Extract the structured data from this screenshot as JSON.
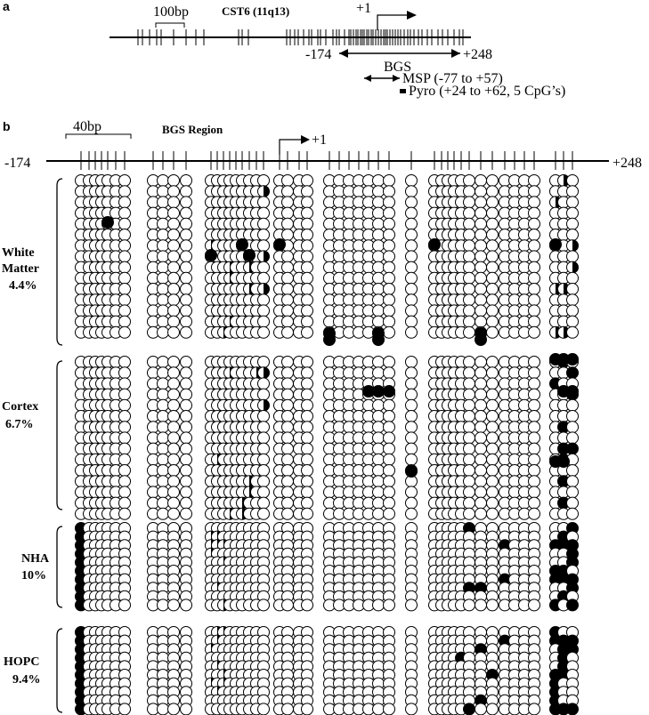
{
  "panel_a": {
    "letter": "a",
    "scale_label": "100bp",
    "gene_label": "CST6 (11q13)",
    "tss_label": "+1",
    "start_label": "-174",
    "end_label": "+248",
    "bgs_label": "BGS",
    "msp_label": "MSP (-77 to +57)",
    "pyro_label": "Pyro (+24 to +62, 5 CpG’s)"
  },
  "panel_b": {
    "letter": "b",
    "scale_label": "40bp",
    "region_label": "BGS Region",
    "tss_label": "+1",
    "start_label": "-174",
    "end_label": "+248",
    "groups": [
      {
        "name_line1": "White",
        "name_line2": "Matter",
        "percent": "4.4%",
        "clones": 15,
        "meth": [
          [
            4,
            5,
            9
          ],
          [
            6,
            5,
            14
          ],
          [
            7,
            5,
            14
          ],
          [
            8,
            5,
            11
          ],
          [
            9,
            0,
            0
          ],
          [
            10,
            5,
            11
          ],
          [
            11,
            4,
            1
          ],
          [
            11,
            5,
            14
          ],
          [
            11,
            9,
            0
          ],
          [
            11,
            13,
            0
          ],
          [
            11,
            20,
            8
          ],
          [
            11,
            23,
            0
          ],
          [
            11,
            27,
            2
          ],
          [
            12,
            5,
            0
          ],
          [
            12,
            4,
            3
          ],
          [
            13,
            5,
            15
          ],
          [
            13,
            27,
            0
          ],
          [
            14,
            5,
            15
          ],
          [
            14,
            27,
            1
          ],
          [
            15,
            5,
            14
          ],
          [
            15,
            27,
            0
          ],
          [
            16,
            27,
            2
          ],
          [
            16,
            26,
            0
          ],
          [
            17,
            5,
            11
          ],
          [
            18,
            19,
            0
          ],
          [
            18,
            20,
            0
          ],
          [
            18,
            27,
            1
          ],
          [
            19,
            5,
            14
          ],
          [
            20,
            27,
            0
          ],
          [
            21,
            27,
            0
          ],
          [
            22,
            5,
            8
          ],
          [
            23,
            5,
            0
          ],
          [
            24,
            5,
            0
          ],
          [
            25,
            11,
            0
          ],
          [
            25,
            14,
            1
          ],
          [
            25,
            15,
            0
          ],
          [
            25,
            20,
            2
          ],
          [
            26,
            11,
            0
          ],
          [
            26,
            14,
            1
          ],
          [
            26,
            15,
            0
          ],
          [
            26,
            20,
            2
          ]
        ]
      },
      {
        "name_line1": "Cortex",
        "name_line2": "",
        "percent": "6.7%",
        "clones": 15,
        "meth": [
          [
            5,
            5,
            8
          ],
          [
            7,
            5,
            9
          ],
          [
            12,
            0,
            11
          ],
          [
            13,
            5,
            11
          ],
          [
            13,
            19,
            1
          ],
          [
            13,
            22,
            1
          ],
          [
            14,
            5,
            16
          ],
          [
            14,
            20,
            1
          ],
          [
            14,
            21,
            4
          ],
          [
            14,
            22,
            6
          ],
          [
            16,
            5,
            6
          ],
          [
            16,
            18,
            0
          ],
          [
            16,
            19,
            2
          ],
          [
            17,
            16,
            5
          ],
          [
            17,
            17,
            6
          ],
          [
            20,
            5,
            2
          ],
          [
            20,
            19,
            7
          ],
          [
            24,
            5,
            11
          ],
          [
            24,
            4,
            0
          ],
          [
            27,
            5,
            9
          ],
          [
            27,
            6,
            3
          ],
          [
            27,
            7,
            4
          ]
        ]
      },
      {
        "name_line1": "NHA",
        "name_line2": "",
        "percent": "10%",
        "clones": 10,
        "meth": []
      },
      {
        "name_line1": "HOPC",
        "name_line2": "",
        "percent": "9.4%",
        "clones": 10,
        "meth": []
      }
    ]
  },
  "colors": {
    "line": "#000000",
    "filled": "#000000",
    "open": "#ffffff"
  }
}
